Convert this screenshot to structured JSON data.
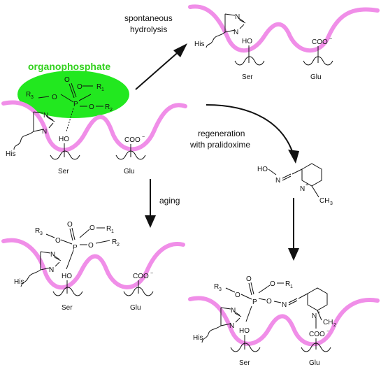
{
  "colors": {
    "membrane": "#f08ee8",
    "highlight": "#22e81f",
    "title_green": "#33d11f",
    "ink": "#111111"
  },
  "labels": {
    "organophosphate": "organophosphate",
    "spontaneous": "spontaneous",
    "hydrolysis": "hydrolysis",
    "regeneration": "regeneration",
    "with_pralidoxime": "with pralidoxime",
    "aging": "aging"
  },
  "residues": {
    "his": "His",
    "ser": "Ser",
    "glu": "Glu",
    "coo": "COO",
    "coo_charge": "−",
    "ho": "HO",
    "n": "N"
  },
  "atoms": {
    "o": "O",
    "p": "P",
    "r1": "R",
    "r2": "R",
    "r3": "R",
    "r1_sub": "1",
    "r2_sub": "2",
    "r3_sub": "3",
    "ch3": "CH",
    "ch3_sub": "3",
    "ch2": "CH",
    "ch2_sub": "2",
    "plus": "+",
    "ho_oxime": "HO"
  }
}
